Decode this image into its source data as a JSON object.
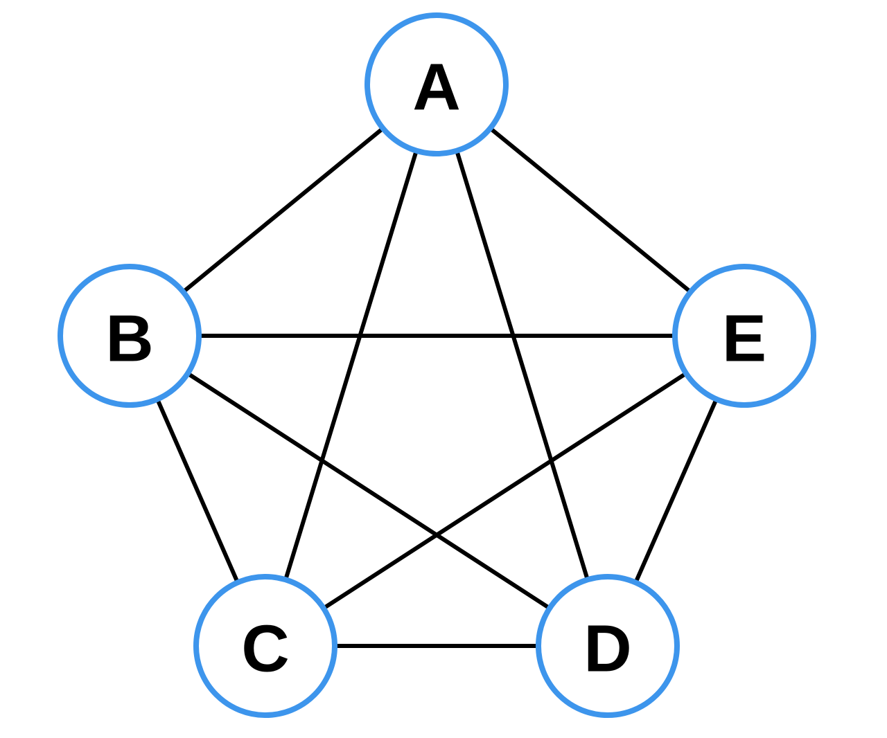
{
  "graph": {
    "nodes": [
      {
        "id": "A",
        "label": "A"
      },
      {
        "id": "B",
        "label": "B"
      },
      {
        "id": "C",
        "label": "C"
      },
      {
        "id": "D",
        "label": "D"
      },
      {
        "id": "E",
        "label": "E"
      }
    ],
    "edges": [
      [
        "A",
        "B"
      ],
      [
        "A",
        "C"
      ],
      [
        "A",
        "D"
      ],
      [
        "A",
        "E"
      ],
      [
        "B",
        "C"
      ],
      [
        "B",
        "D"
      ],
      [
        "B",
        "E"
      ],
      [
        "C",
        "D"
      ],
      [
        "C",
        "E"
      ],
      [
        "D",
        "E"
      ]
    ],
    "colors": {
      "node_stroke": "#3d95ec",
      "node_fill": "#ffffff",
      "edge": "#000000",
      "label": "#000000",
      "background": "#ffffff"
    }
  }
}
